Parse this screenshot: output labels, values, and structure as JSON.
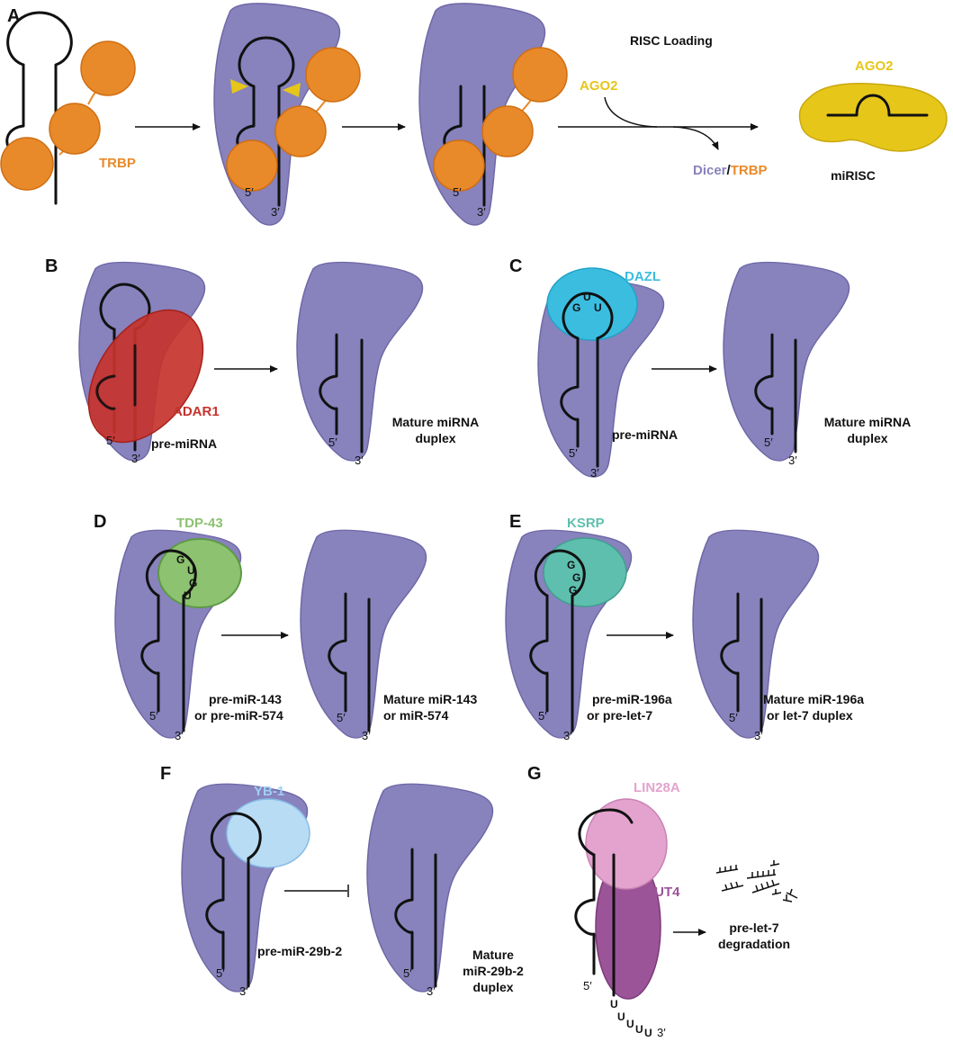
{
  "panels": {
    "A": {
      "letter": "A",
      "dicer_label": "Dicer",
      "trbp_label": "TRBP",
      "risc_loading": "RISC Loading",
      "ago2_in": "AGO2",
      "out_dicer": "Dicer",
      "out_slash": "/",
      "out_trbp": "TRBP",
      "ago2_label": "AGO2",
      "miRISC": "miRISC",
      "five": "5′",
      "three": "3′"
    },
    "B": {
      "letter": "B",
      "protein": "ADAR1",
      "pre": "pre-miRNA",
      "mature1": "Mature miRNA",
      "mature2": "duplex",
      "five": "5′",
      "three": "3′"
    },
    "C": {
      "letter": "C",
      "protein": "DAZL",
      "motif": [
        "G",
        "U",
        "U"
      ],
      "pre": "pre-miRNA",
      "mature1": "Mature miRNA",
      "mature2": "duplex",
      "five": "5′",
      "three": "3′"
    },
    "D": {
      "letter": "D",
      "protein": "TDP-43",
      "motif": [
        "G",
        "U",
        "G",
        "U"
      ],
      "pre1": "pre-miR-143",
      "pre2": "or pre-miR-574",
      "mature1": "Mature miR-143",
      "mature2": "or miR-574",
      "five": "5′",
      "three": "3′"
    },
    "E": {
      "letter": "E",
      "protein": "KSRP",
      "motif": [
        "G",
        "G",
        "G"
      ],
      "pre1": "pre-miR-196a",
      "pre2": "or pre-let-7",
      "mature1": "Mature miR-196a",
      "mature2": "or let-7 duplex",
      "five": "5′",
      "three": "3′"
    },
    "F": {
      "letter": "F",
      "protein": "YB-1",
      "pre": "pre-miR-29b-2",
      "mature1": "Mature",
      "mature2": "miR-29b-2",
      "mature3": "duplex",
      "five": "5′",
      "three": "3′"
    },
    "G": {
      "letter": "G",
      "protein1": "LIN28A",
      "protein2": "TUT4",
      "tail": [
        "U",
        "U",
        "U",
        "U",
        "U"
      ],
      "three": "3′",
      "five": "5′",
      "out1": "pre-let-7",
      "out2": "degradation"
    }
  },
  "colors": {
    "dicer": "#8882bd",
    "trbp": "#e98a2a",
    "ago2": "#e6c619",
    "arrowhead": "#e6c619",
    "adar1": "#c5332d",
    "dazl": "#3bbde0",
    "tdp43": "#8dc270",
    "ksrp": "#5fbfae",
    "yb1": "#b9dcf5",
    "lin28a": "#e3a3ce",
    "tut4": "#9b5498"
  }
}
